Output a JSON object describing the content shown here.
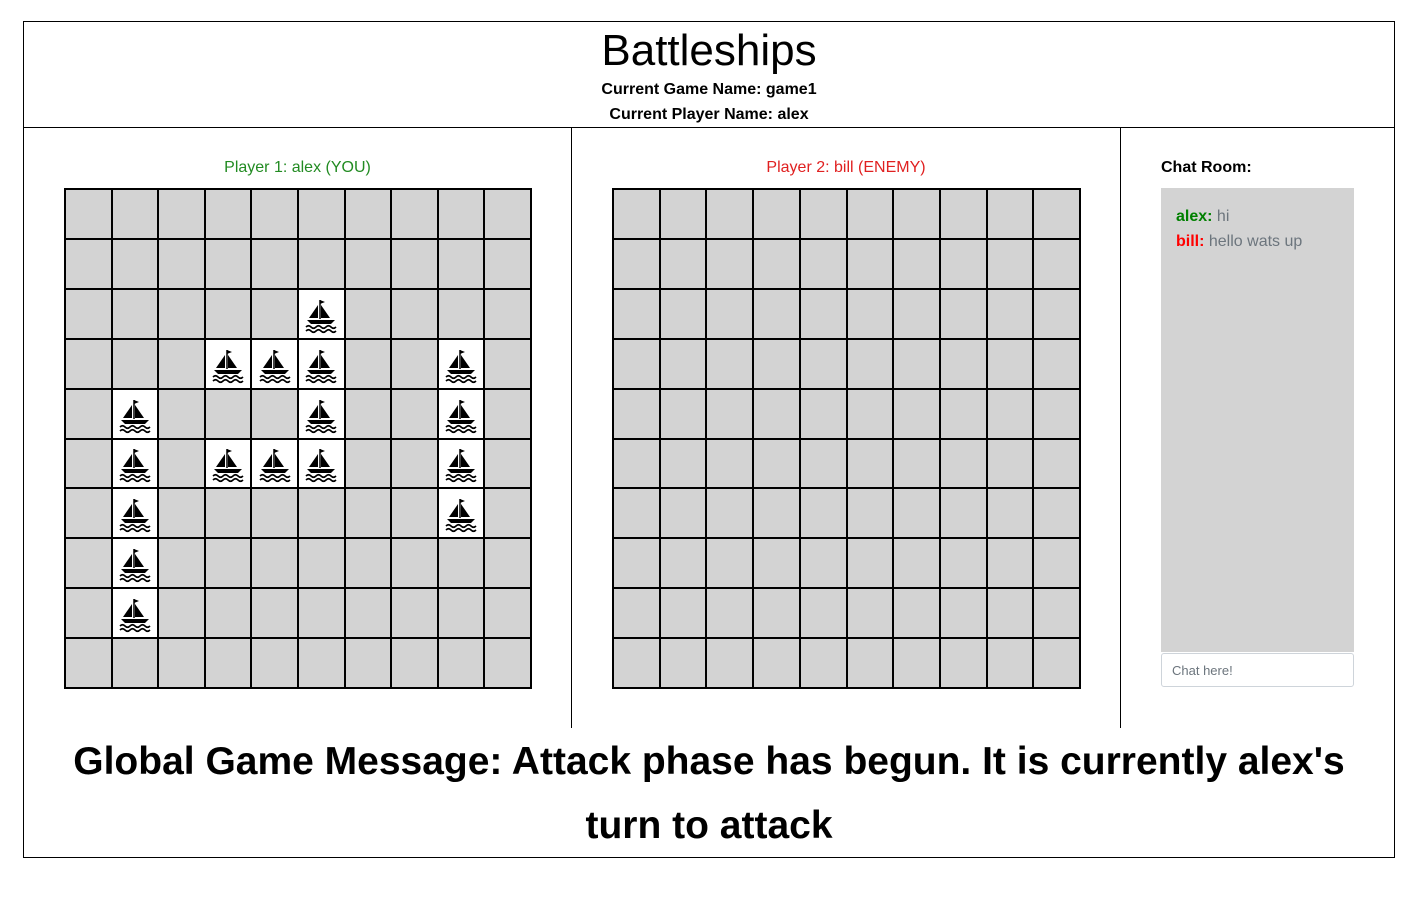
{
  "header": {
    "title": "Battleships",
    "game_name_line": "Current Game Name: game1",
    "player_name_line": "Current Player Name: alex"
  },
  "player1": {
    "label": "Player 1: alex (YOU)",
    "color": "#228b22",
    "ship_cells": [
      [
        2,
        5
      ],
      [
        3,
        3
      ],
      [
        3,
        4
      ],
      [
        3,
        5
      ],
      [
        3,
        8
      ],
      [
        4,
        1
      ],
      [
        4,
        5
      ],
      [
        4,
        8
      ],
      [
        5,
        1
      ],
      [
        5,
        3
      ],
      [
        5,
        4
      ],
      [
        5,
        5
      ],
      [
        5,
        8
      ],
      [
        6,
        1
      ],
      [
        6,
        8
      ],
      [
        7,
        1
      ],
      [
        8,
        1
      ]
    ],
    "ship_icon": "sailboat-icon"
  },
  "player2": {
    "label": "Player 2: bill (ENEMY)",
    "color": "#e02020",
    "ship_cells": []
  },
  "board": {
    "rows": 10,
    "cols": 10
  },
  "chat": {
    "title": "Chat Room:",
    "messages": [
      {
        "user": "alex:",
        "text": " hi",
        "color": "#008000"
      },
      {
        "user": "bill:",
        "text": " hello wats up",
        "color": "#ff0000"
      }
    ],
    "input_placeholder": "Chat here!"
  },
  "global_message": "Global Game Message: Attack phase has begun. It is currently alex's turn to attack"
}
